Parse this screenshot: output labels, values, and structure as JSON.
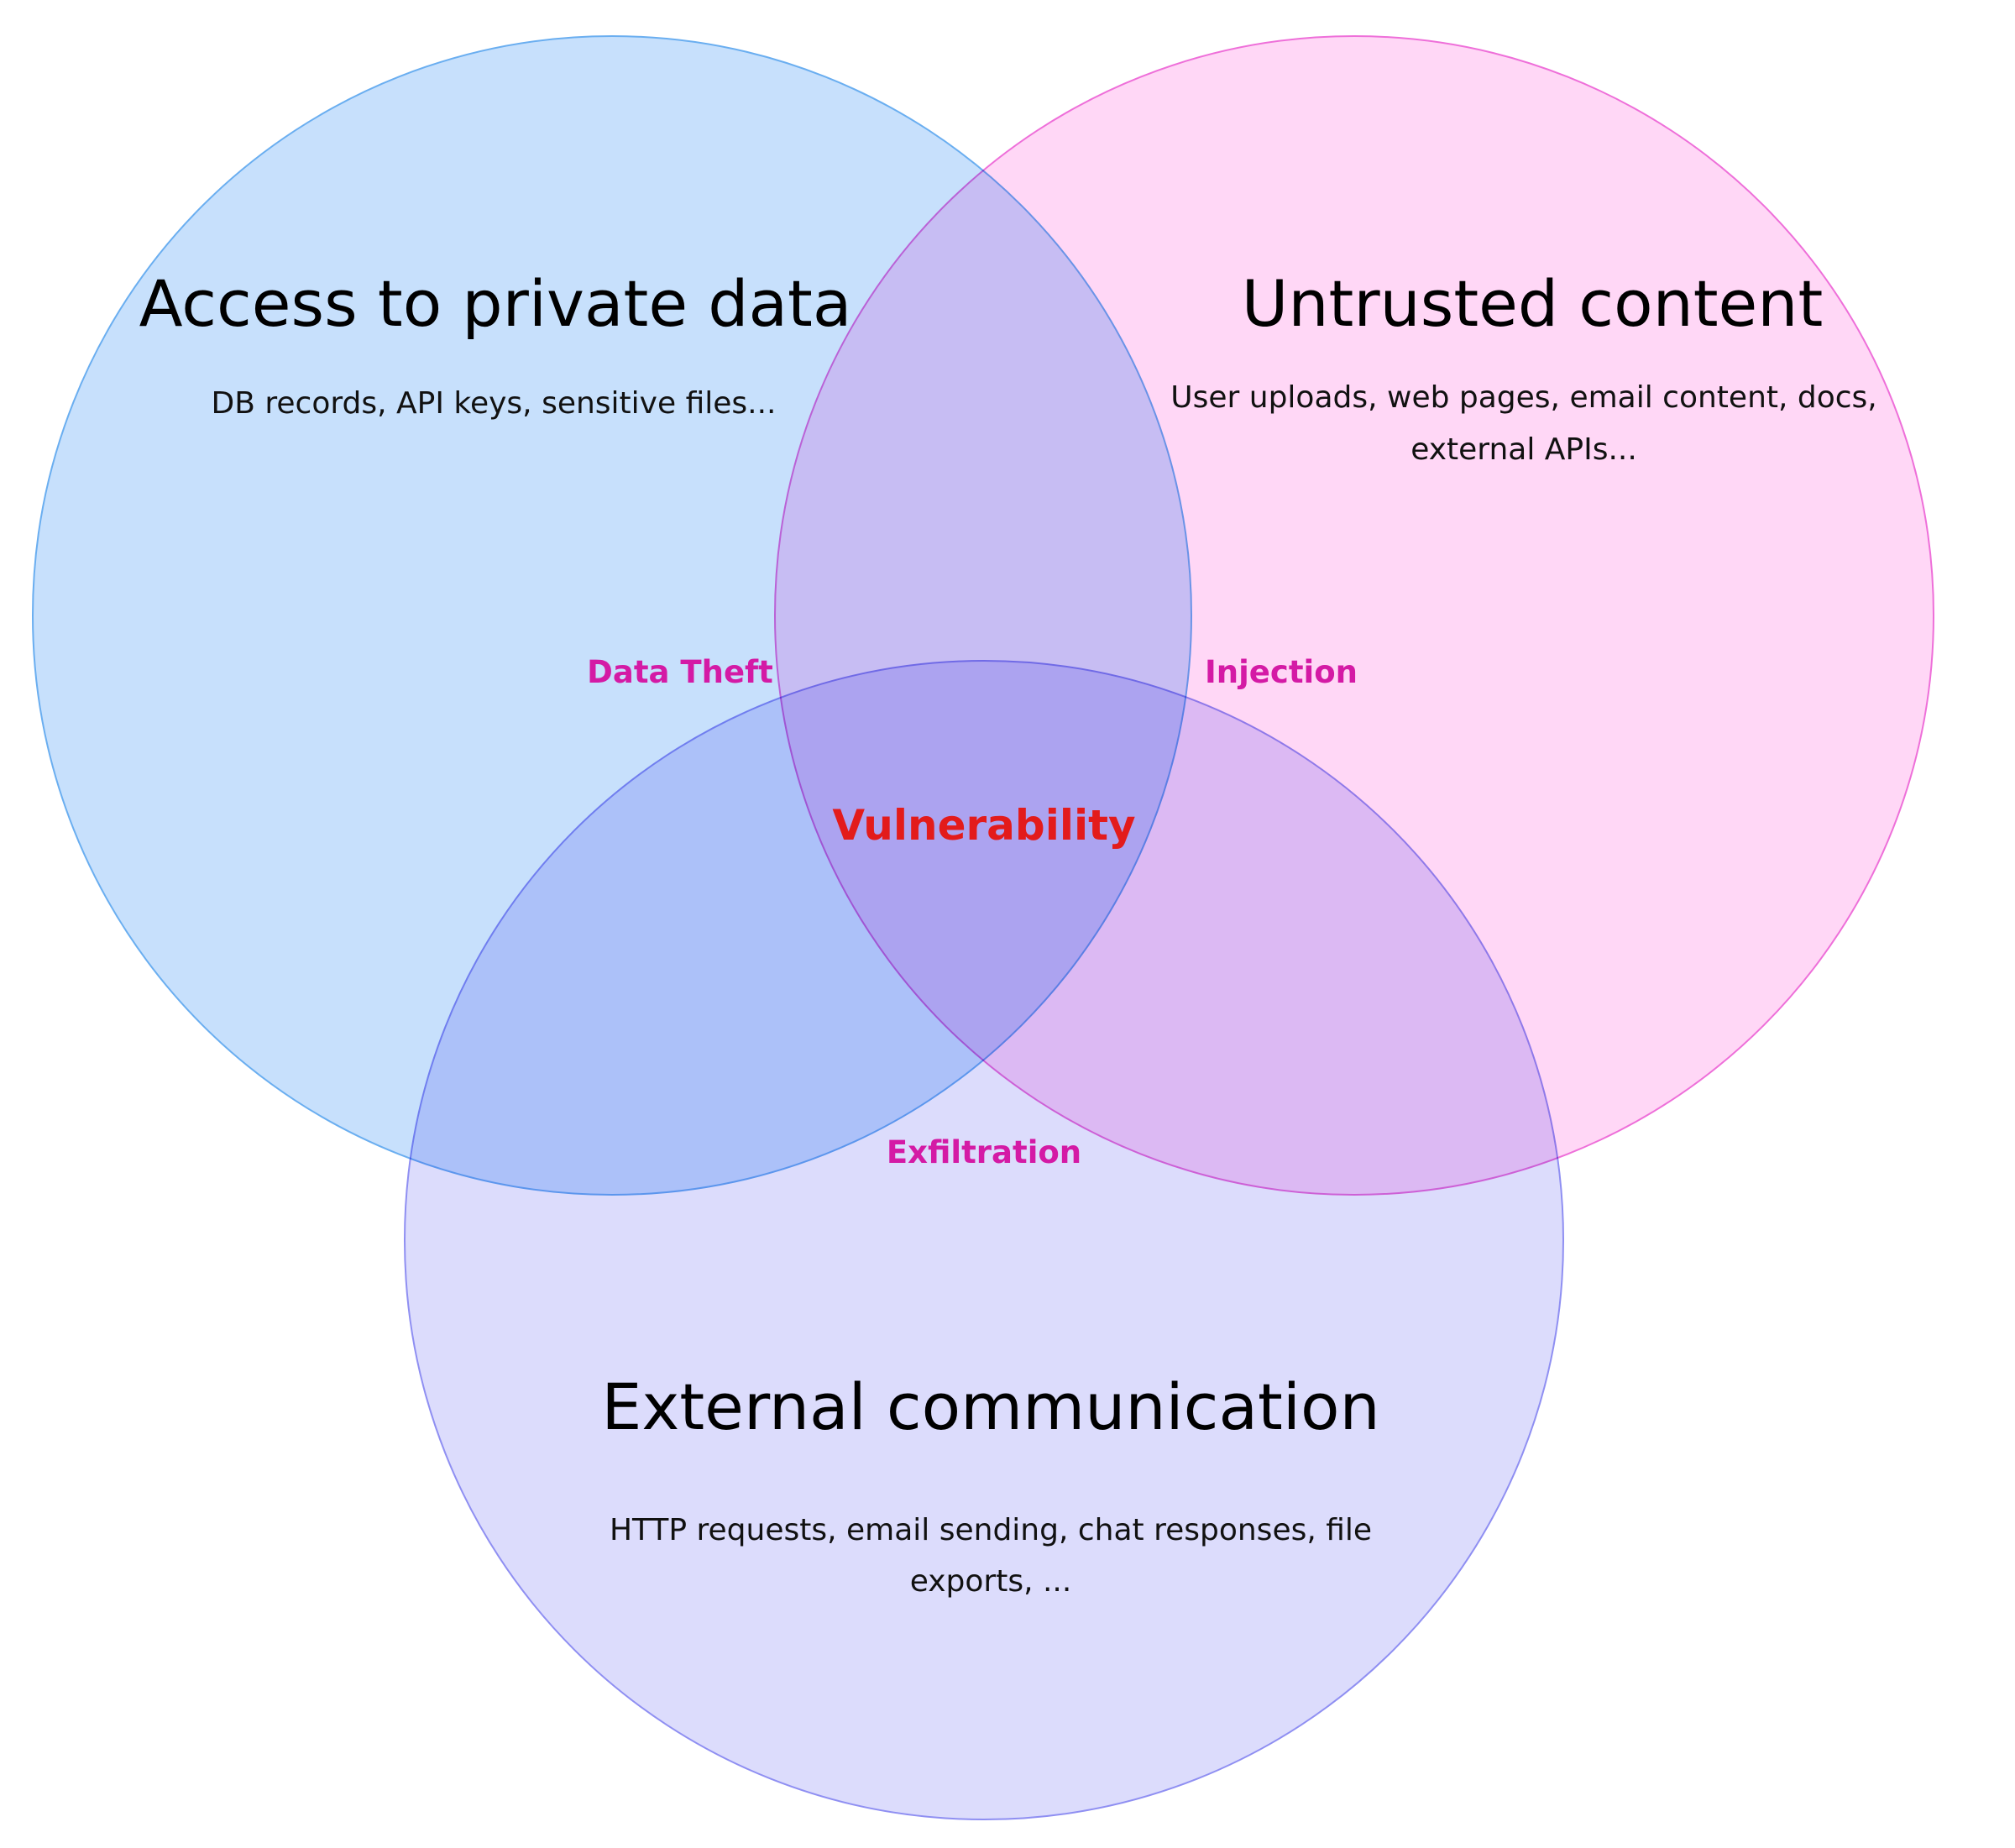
{
  "colors": {
    "private_fill": "#c7e0fc",
    "private_stroke": "#6aaef0",
    "untrusted_fill": "#ffd7f6",
    "untrusted_stroke": "#ee6fd9",
    "external_fill": "#dcdcfc",
    "external_stroke": "#8f8ff2",
    "overlap_label": "#d41aa5",
    "vulnerability_label": "#e31b1b"
  },
  "circles": {
    "private": {
      "title": "Access to private data",
      "desc_lines": [
        "DB records, API keys, sensitive files..."
      ]
    },
    "untrusted": {
      "title": "Untrusted content",
      "desc_lines": [
        "User uploads, web pages, email content, docs,",
        "external APIs..."
      ]
    },
    "external": {
      "title": "External communication",
      "desc_lines": [
        "HTTP requests, email sending, chat responses, file",
        "exports, ..."
      ]
    }
  },
  "overlaps": {
    "private_external": "Data Theft",
    "untrusted_external": "Injection",
    "private_untrusted": "Exfiltration",
    "center": "Vulnerability"
  }
}
